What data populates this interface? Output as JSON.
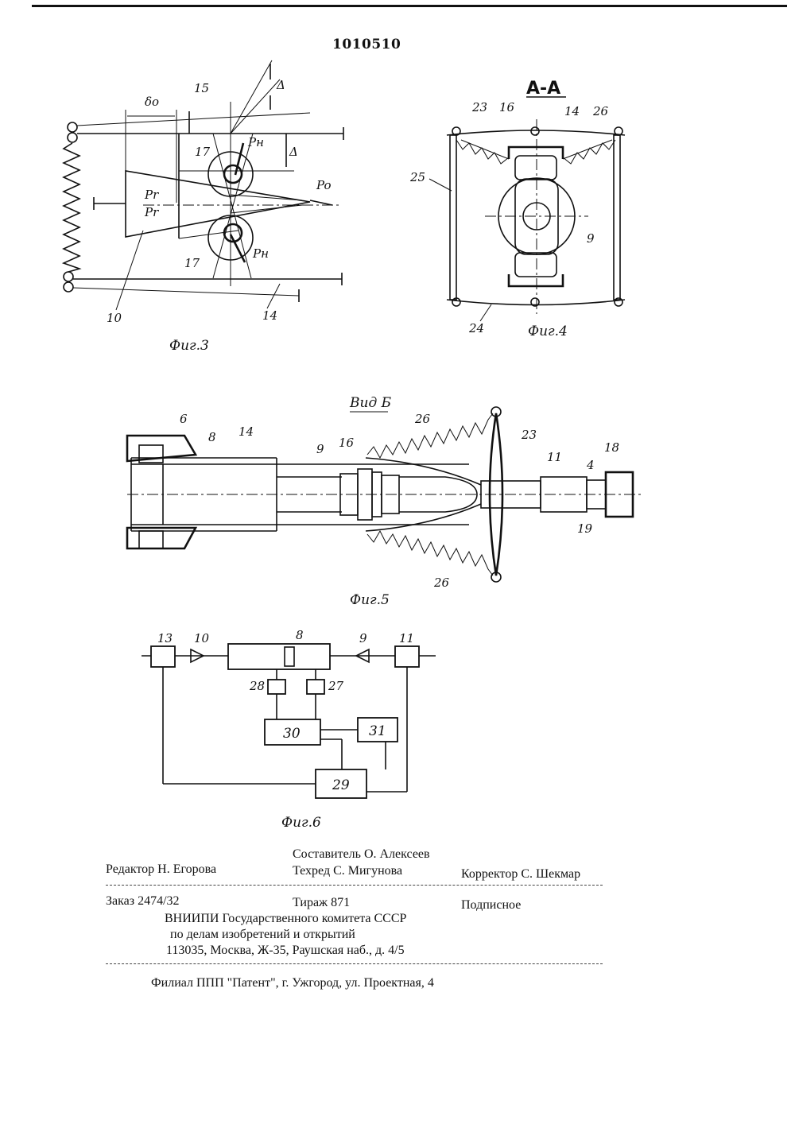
{
  "patent_number": "1010510",
  "figures": {
    "fig3": {
      "caption": "Фиг.3",
      "labels": {
        "delta0": "δo",
        "n15": "15",
        "delta_top": "Δ",
        "delta_mid": "Δ",
        "pn_top": "Pн",
        "n17_top": "17",
        "pr_1": "Pr",
        "pr_2": "Pr",
        "p0": "Po",
        "n17_bot": "17",
        "pn_bot": "Pн",
        "n10": "10",
        "n14": "14"
      }
    },
    "fig4": {
      "caption": "Фиг.4",
      "section": "А-А",
      "labels": {
        "n23": "23",
        "n16": "16",
        "n14": "14",
        "n26": "26",
        "n25": "25",
        "n9": "9",
        "n24": "24"
      }
    },
    "fig5": {
      "caption": "Фиг.5",
      "view": "Вид Б",
      "labels": {
        "n6": "6",
        "n8": "8",
        "n14": "14",
        "n9": "9",
        "n16": "16",
        "n26_top": "26",
        "n23": "23",
        "n11": "11",
        "n18": "18",
        "n4": "4",
        "n19": "19",
        "n26_bot": "26"
      }
    },
    "fig6": {
      "caption": "Фиг.6",
      "labels": {
        "n13": "13",
        "n10": "10",
        "n8": "8",
        "n9": "9",
        "n11": "11",
        "n28": "28",
        "n27": "27",
        "b30": "30",
        "b31": "31",
        "b29": "29"
      }
    }
  },
  "imprint": {
    "compiler": "Составитель О. Алексеев",
    "editor": "Редактор Н. Егорова",
    "techred": "Техред С. Мигунова",
    "corrector": "Корректор С. Шекмар",
    "order": "Заказ 2474/32",
    "circulation": "Тираж 871",
    "subscription": "Подписное",
    "org1": "ВНИИПИ Государственного комитета СССР",
    "org2": "по делам изобретений и открытий",
    "address": "113035, Москва, Ж-35, Раушская наб., д. 4/5",
    "branch": "Филиал ППП \"Патент\", г. Ужгород, ул. Проектная, 4"
  }
}
